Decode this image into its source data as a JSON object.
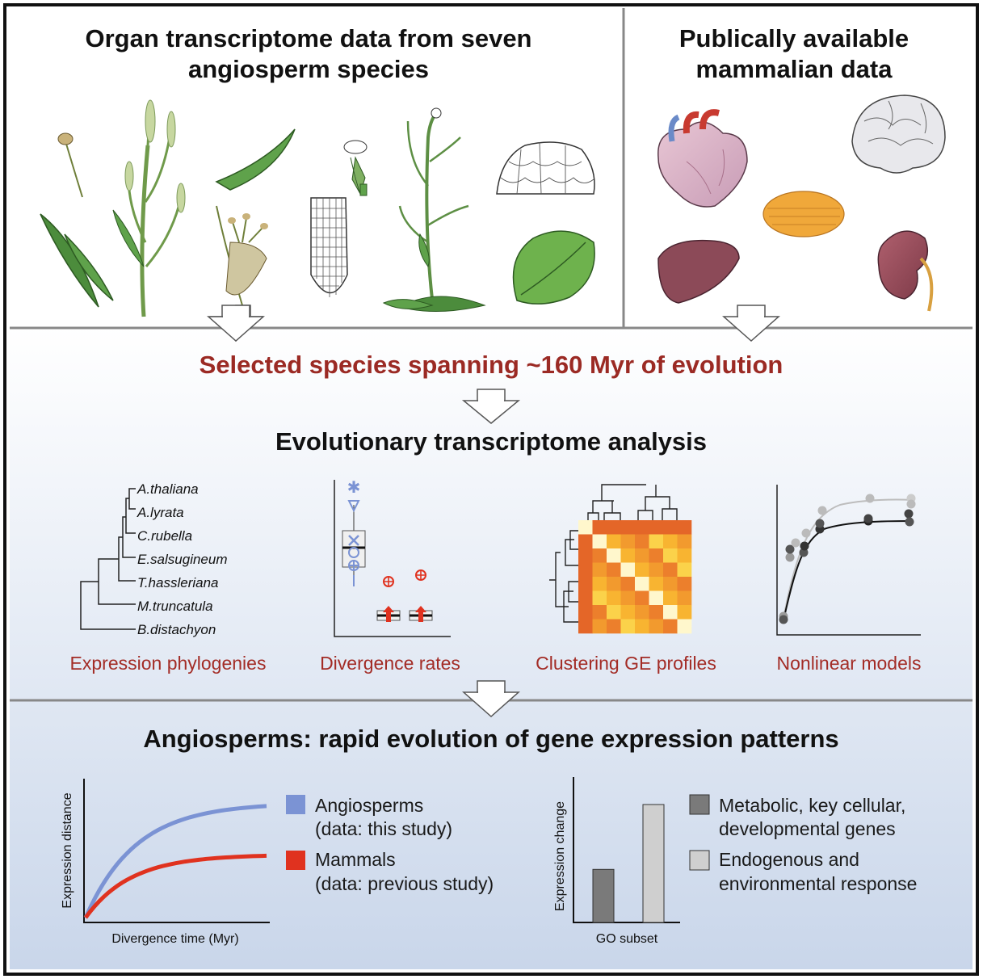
{
  "top_left": {
    "title_line1": "Organ transcriptome data from seven",
    "title_line2": "angiosperm species"
  },
  "top_right": {
    "title_line1": "Publically available",
    "title_line2": "mammalian data"
  },
  "selection_text": "Selected species spanning ~160 Myr of evolution",
  "analysis_title": "Evolutionary transcriptome analysis",
  "species": [
    "A.thaliana",
    "A.lyrata",
    "C.rubella",
    "E.salsugineum",
    "T.hassleriana",
    "M.truncatula",
    "B.distachyon"
  ],
  "analysis_labels": {
    "phylogenies": "Expression phylogenies",
    "divergence": "Divergence rates",
    "clustering": "Clustering GE profiles",
    "nonlinear": "Nonlinear models"
  },
  "conclusion_title": "Angiosperms: rapid evolution of gene expression patterns",
  "chart_data": [
    {
      "type": "line",
      "xlabel": "Divergence time (Myr)",
      "ylabel": "Expression distance",
      "series": [
        {
          "name": "Angiosperms",
          "color": "#7b93d4"
        },
        {
          "name": "Mammals",
          "color": "#e0321f"
        }
      ],
      "legend": [
        {
          "line1": "Angiosperms",
          "line2": "(data: this study)",
          "color": "#7b93d4"
        },
        {
          "line1": "Mammals",
          "line2": "(data: previous study)",
          "color": "#e0321f"
        }
      ]
    },
    {
      "type": "bar",
      "xlabel": "GO subset",
      "ylabel": "Expression change",
      "values": [
        0.45,
        1.0
      ],
      "colors": [
        "#7a7a7a",
        "#cfcfcf"
      ],
      "legend": [
        {
          "line1": "Metabolic, key cellular,",
          "line2": "developmental genes",
          "color": "#7a7a7a"
        },
        {
          "line1": "Endogenous and",
          "line2": "environmental response",
          "color": "#cfcfcf"
        }
      ]
    }
  ],
  "colors": {
    "accent_red": "#9b2a24",
    "angiosperm_blue": "#7b93d4",
    "mammal_red": "#e0321f",
    "plant_green": "#4c8c3c"
  }
}
